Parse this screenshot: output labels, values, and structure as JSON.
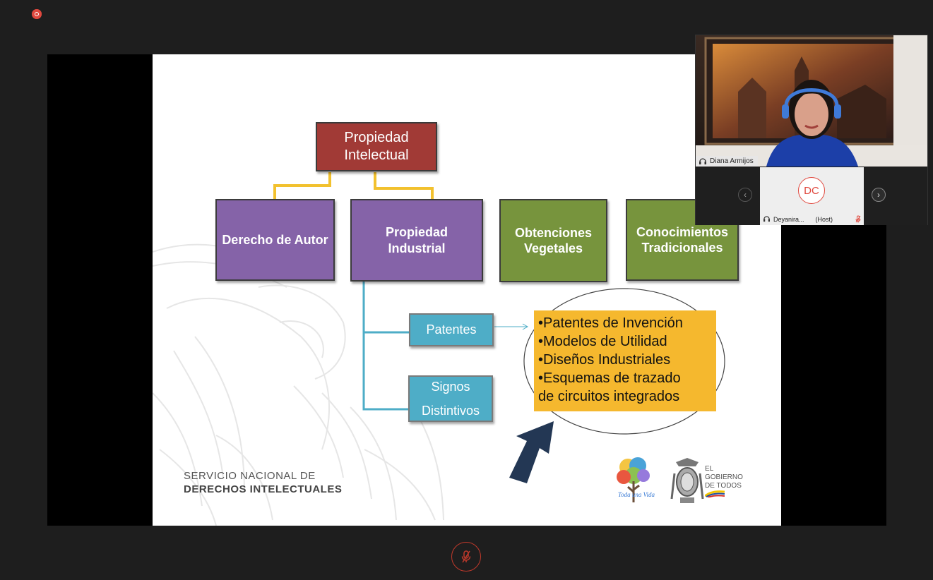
{
  "slide": {
    "root": "Propiedad Intelectual",
    "categories": [
      {
        "label": "Derecho de Autor"
      },
      {
        "label": "Propiedad Industrial"
      },
      {
        "label": "Obtenciones Vegetales"
      },
      {
        "label": "Conocimientos Tradicionales"
      }
    ],
    "subcategories": [
      {
        "label": "Patentes"
      },
      {
        "label": "Signos Distintivos"
      }
    ],
    "patent_types": [
      "•Patentes de Invención",
      "•Modelos de Utilidad",
      "•Diseños Industriales",
      "•Esquemas de trazado",
      "de circuitos integrados"
    ],
    "footer": {
      "org_line1": "SERVICIO NACIONAL DE",
      "org_line2": "DERECHOS INTELECTUALES",
      "toda_una_vida": "Toda una Vida",
      "gob_line1": "EL",
      "gob_line2": "GOBIERNO",
      "gob_line3": "DE TODOS"
    }
  },
  "meeting": {
    "speaker_name": "Diana Armijos",
    "host_initials": "DC",
    "host_name": "Deyanira...",
    "host_role": "(Host)"
  },
  "colors": {
    "root_box": "#a13a36",
    "purple_box": "#8563a8",
    "green_box": "#77943d",
    "blue_box": "#4eadc7",
    "list_box": "#f5b82e",
    "connector": "#f2c12e",
    "tree_line": "#4eadc7",
    "record_red": "#e0483e"
  }
}
